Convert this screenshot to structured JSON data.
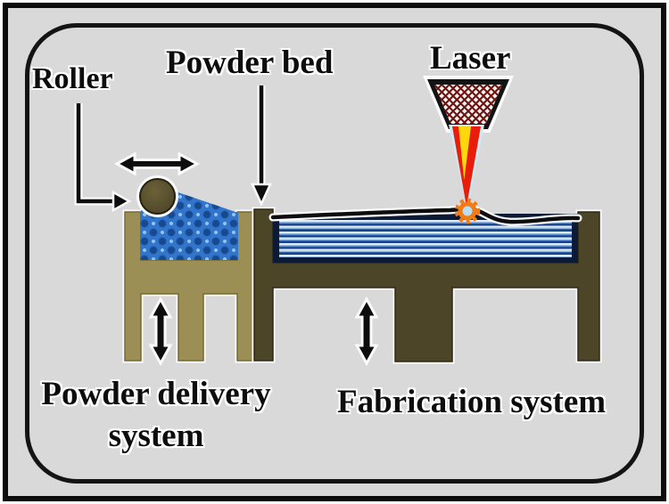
{
  "diagram": {
    "title": "Selective laser sintering process schematic",
    "labels": {
      "roller": "Roller",
      "powder_bed": "Powder bed",
      "laser": "Laser",
      "powder_delivery_line1": "Powder delivery",
      "powder_delivery_line2": "system",
      "fabrication": "Fabrication system"
    },
    "icons": [
      {
        "name": "roller-motion-arrow",
        "meaning": "horizontal double-headed arrow (roller travel)"
      },
      {
        "name": "powder-piston-arrow",
        "meaning": "vertical double-headed arrow (delivery piston moves up/down)"
      },
      {
        "name": "fabrication-piston-arrow",
        "meaning": "vertical double-headed arrow (build piston moves up/down)"
      },
      {
        "name": "roller-pointer-arrow",
        "meaning": "leader arrow from Roller label to roller"
      },
      {
        "name": "powder-bed-pointer-arrow",
        "meaning": "leader arrow from Powder bed label to bed wall"
      },
      {
        "name": "melt-pool-icon",
        "meaning": "orange gear-like melt pool where laser hits powder"
      }
    ],
    "colors": {
      "background": "#d9d9d9",
      "frame_border": "#141414",
      "powder_delivery_tan": "#9c8f55",
      "fabrication_olive": "#4d4527",
      "powder_blue": "#3275cc",
      "powder_sphere_dark": "#16498f",
      "bed_navy_border": "#0d1a36",
      "bed_stripe_light": "#ddecf9",
      "bed_stripe_dark": "#275cab",
      "laser_crosshatch_red": "#6e1616",
      "beam_red": "#e91d0b",
      "beam_yellow": "#ffd70c",
      "melt_pool_orange": "#f37b16",
      "arrow_black": "#0d0d0d"
    }
  }
}
